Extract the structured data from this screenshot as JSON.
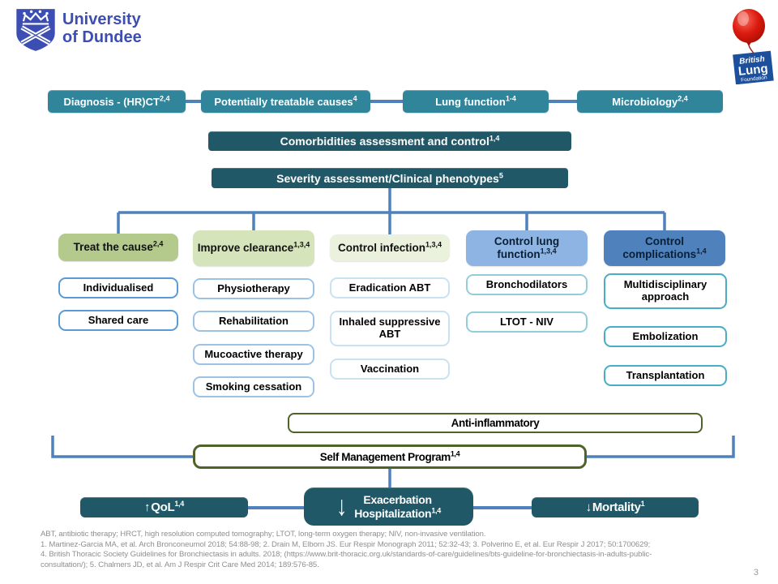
{
  "page_number": "3",
  "logos": {
    "university": {
      "line1": "University",
      "line2": "of Dundee"
    },
    "blf": {
      "line1": "British",
      "line2": "Lung",
      "line3": "Foundation"
    }
  },
  "top_row": [
    {
      "label": "Diagnosis - (HR)CT",
      "sup": "2,4"
    },
    {
      "label": "Potentially treatable causes",
      "sup": "4"
    },
    {
      "label": "Lung function",
      "sup": "1-4"
    },
    {
      "label": "Microbiology",
      "sup": "2,4"
    }
  ],
  "bars": [
    {
      "label": "Comorbidities assessment and control",
      "sup": "1,4"
    },
    {
      "label": "Severity assessment/Clinical phenotypes",
      "sup": "5"
    }
  ],
  "columns": [
    {
      "header": {
        "label": "Treat the cause",
        "sup": "2,4"
      },
      "items": [
        "Individualised",
        "Shared care"
      ]
    },
    {
      "header": {
        "label": "Improve clearance",
        "sup": "1,3,4"
      },
      "items": [
        "Physiotherapy",
        "Rehabilitation",
        "Mucoactive therapy",
        "Smoking cessation"
      ]
    },
    {
      "header": {
        "label": "Control infection",
        "sup": "1,3,4"
      },
      "items": [
        "Eradication ABT",
        "Inhaled suppressive ABT",
        "Vaccination"
      ]
    },
    {
      "header": {
        "label": "Control lung function",
        "sup": "1,3,4"
      },
      "items": [
        "Bronchodilators",
        "LTOT - NIV"
      ]
    },
    {
      "header": {
        "label": "Control complications",
        "sup": "1,4"
      },
      "items": [
        "Multidisciplinary approach",
        "Embolization",
        "Transplantation"
      ]
    }
  ],
  "wide_boxes": [
    {
      "label": "Anti-inflammatory",
      "sup": ""
    },
    {
      "label": "Self Management Program",
      "sup": "1,4"
    }
  ],
  "outcomes": [
    {
      "arrow": "↑",
      "label": "QoL",
      "sup": "1,4"
    },
    {
      "arrow": "↓",
      "label": "Exacerbation",
      "label2": "Hospitalization",
      "sup": "1,4"
    },
    {
      "arrow": "↓",
      "label": "Mortality",
      "sup": "1"
    }
  ],
  "footnotes": [
    "ABT, antibiotic therapy; HRCT,  high resolution computed tomography; LTOT,  long-term oxygen therapy; NIV, non-invasive ventilation.",
    "1. Martinez-Garcia MA, et al. Arch Bronconeumol 2018; 54:88-98; 2. Drain M, Elborn JS. Eur Respir Monograph 2011; 52:32-43; 3. Polverino E, et al. Eur Respir J 2017; 50:1700629;",
    "4. British Thoracic Society Guidelines for Bronchiectasis in adults. 2018; (https://www.brit-thoracic.org.uk/standards-of-care/guidelines/bts-guideline-for-bronchiectasis-in-adults-public-",
    "consultation/); 5. Chalmers JD, et al. Am J Respir Crit Care Med 2014; 189:576-85."
  ],
  "colors": {
    "teal": "#31859B",
    "dark_teal": "#215868",
    "connector_blue": "#4F81BD",
    "olive_border": "#4F6228",
    "col1_bg": "#B3CA8C",
    "col2_bg": "#D6E4BC",
    "col3_bg": "#EAF1DD",
    "col4_bg": "#8EB4E3",
    "col5_bg": "#4F81BD",
    "sub1_border": "#5B9BD5",
    "sub2_border": "#9CC3E6",
    "sub3_border": "#C9E2F1",
    "sub4_border": "#92CDDC",
    "sub5_border": "#4BACC6",
    "uod_blue": "#3C4EB3",
    "blf_blue": "#1C4F9C",
    "balloon_red": "#D6150B"
  }
}
